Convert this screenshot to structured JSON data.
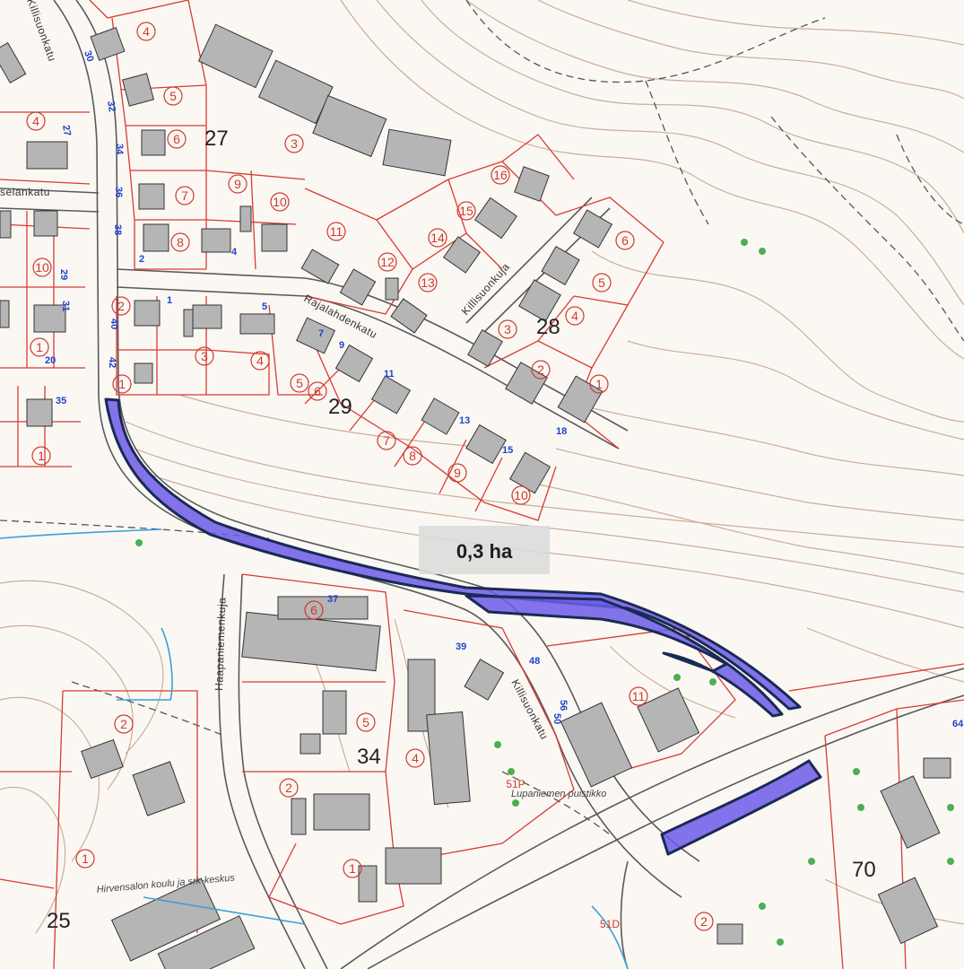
{
  "map": {
    "area_label": "0,3 ha",
    "block_numbers": [
      "27",
      "28",
      "29",
      "34",
      "25",
      "70"
    ],
    "street_names": [
      "Killisuonkatu",
      "Rajalahdenkatu",
      "Killisuonkuja",
      "Haapaniemenkuja",
      "Killisuonkatu",
      "selankatu"
    ],
    "plot_numbers": [
      "1",
      "2",
      "3",
      "4",
      "5",
      "6",
      "7",
      "8",
      "9",
      "10",
      "11",
      "12",
      "13",
      "14",
      "15",
      "16"
    ],
    "house_numbers": [
      "30",
      "32",
      "34",
      "36",
      "38",
      "40",
      "42",
      "1",
      "2",
      "4",
      "5",
      "7",
      "9",
      "11",
      "13",
      "15",
      "18",
      "20",
      "29",
      "31",
      "35",
      "37",
      "39",
      "48",
      "50",
      "56",
      "64",
      "27"
    ],
    "misc_labels": {
      "lupine_park": "Lupaniemen puistikko",
      "hirvensalo": "Hirvensalon koulu ja srk-keskus",
      "label_61P": "51P",
      "label_51D": "51D"
    },
    "colors": {
      "highlight_fill": "#6c5ce7",
      "highlight_stroke": "#1a2a55",
      "plot_line": "#d93a32",
      "contour": "#c9a48e",
      "building": "#b5b5b5",
      "road": "#5a5a5a",
      "label_box": "#dcdcdc"
    }
  }
}
